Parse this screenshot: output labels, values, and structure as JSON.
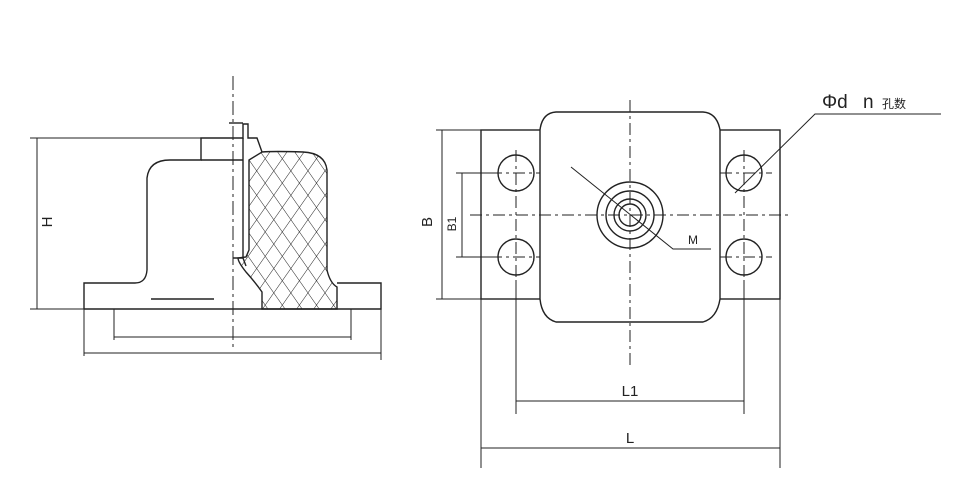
{
  "side_view": {
    "dimension_H": "H"
  },
  "top_view": {
    "dimension_B": "B",
    "dimension_B1": "B1",
    "dimension_L1": "L1",
    "dimension_L": "L",
    "thread_M": "M",
    "hole_callout_phi": "Φd",
    "hole_callout_n": "n",
    "hole_callout_count": "孔数"
  },
  "colors": {
    "line": "#222222",
    "hatch": "#222222",
    "background": "#ffffff"
  }
}
